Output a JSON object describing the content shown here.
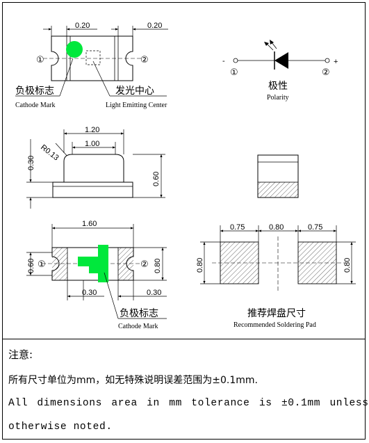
{
  "top_view": {
    "dim_left": "0.20",
    "dim_right": "0.20",
    "pin1": "①",
    "pin2": "②",
    "cathode_cn": "负极标志",
    "cathode_en": "Cathode Mark",
    "emitting_cn": "发光中心",
    "emitting_en": "Light Emitting Center"
  },
  "polarity": {
    "minus": "-",
    "plus": "+",
    "pin1": "①",
    "pin2": "②",
    "label_cn": "极性",
    "label_en": "Polarity"
  },
  "side_view": {
    "dim_120": "1.20",
    "dim_100": "1.00",
    "radius": "R0.13",
    "dim_030": "0.30",
    "dim_060": "0.60"
  },
  "bottom_view": {
    "dim_160": "1.60",
    "dim_left_060": "0.60",
    "dim_right_080": "0.80",
    "dim_030a": "0.30",
    "dim_030b": "0.30",
    "pin1": "①",
    "pin2": "②",
    "cathode_cn": "负极标志",
    "cathode_en": "Cathode Mark"
  },
  "pad": {
    "dim_a": "0.75",
    "dim_b": "0.80",
    "dim_c": "0.75",
    "dim_left": "0.80",
    "dim_right": "0.80",
    "label_cn": "推荐焊盘尺寸",
    "label_en": "Recommended Soldering Pad"
  },
  "notes": {
    "title": "注意:",
    "line_cn": "所有尺寸单位为mm，如无特殊说明误差范围为±0.1mm.",
    "line_en1": "All dimensions area in mm tolerance is ±0.1mm unless",
    "line_en2": "otherwise noted."
  },
  "colors": {
    "led_green": "#00e83c",
    "line": "#000000"
  }
}
